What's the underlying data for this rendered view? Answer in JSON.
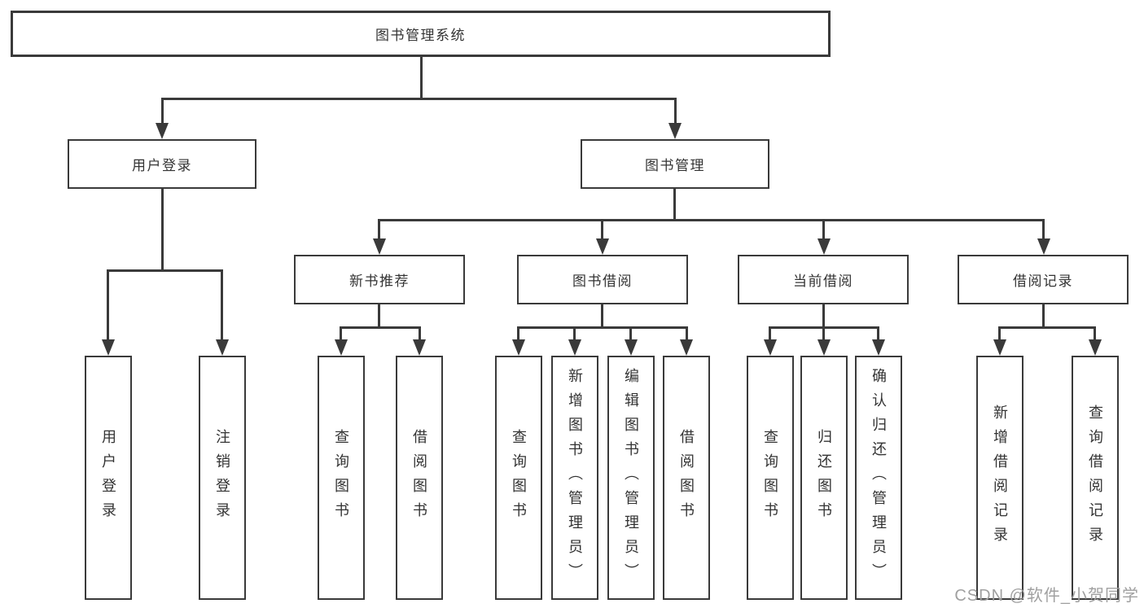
{
  "diagram": {
    "root": {
      "label": "图书管理系统"
    },
    "level2": {
      "login": {
        "label": "用户登录"
      },
      "manage": {
        "label": "图书管理"
      }
    },
    "level3": {
      "newbook": {
        "label": "新书推荐"
      },
      "borrow": {
        "label": "图书借阅"
      },
      "current": {
        "label": "当前借阅"
      },
      "record": {
        "label": "借阅记录"
      }
    },
    "leaves": {
      "login": [
        {
          "label": "用户登录"
        },
        {
          "label": "注销登录"
        }
      ],
      "newbook": [
        {
          "label": "查询图书"
        },
        {
          "label": "借阅图书"
        }
      ],
      "borrow": [
        {
          "label": "查询图书"
        },
        {
          "label": "新增图书（管理员）"
        },
        {
          "label": "编辑图书（管理员）"
        },
        {
          "label": "借阅图书"
        }
      ],
      "current": [
        {
          "label": "查询图书"
        },
        {
          "label": "归还图书"
        },
        {
          "label": "确认归还（管理员）"
        }
      ],
      "record": [
        {
          "label": "新增借阅记录"
        },
        {
          "label": "查询借阅记录"
        }
      ]
    }
  },
  "watermark": {
    "text": "CSDN @软件_小贺同学"
  },
  "colors": {
    "line": "#3a3a3a",
    "text": "#333333",
    "bg": "#ffffff",
    "wm": "#a0a0a0"
  }
}
